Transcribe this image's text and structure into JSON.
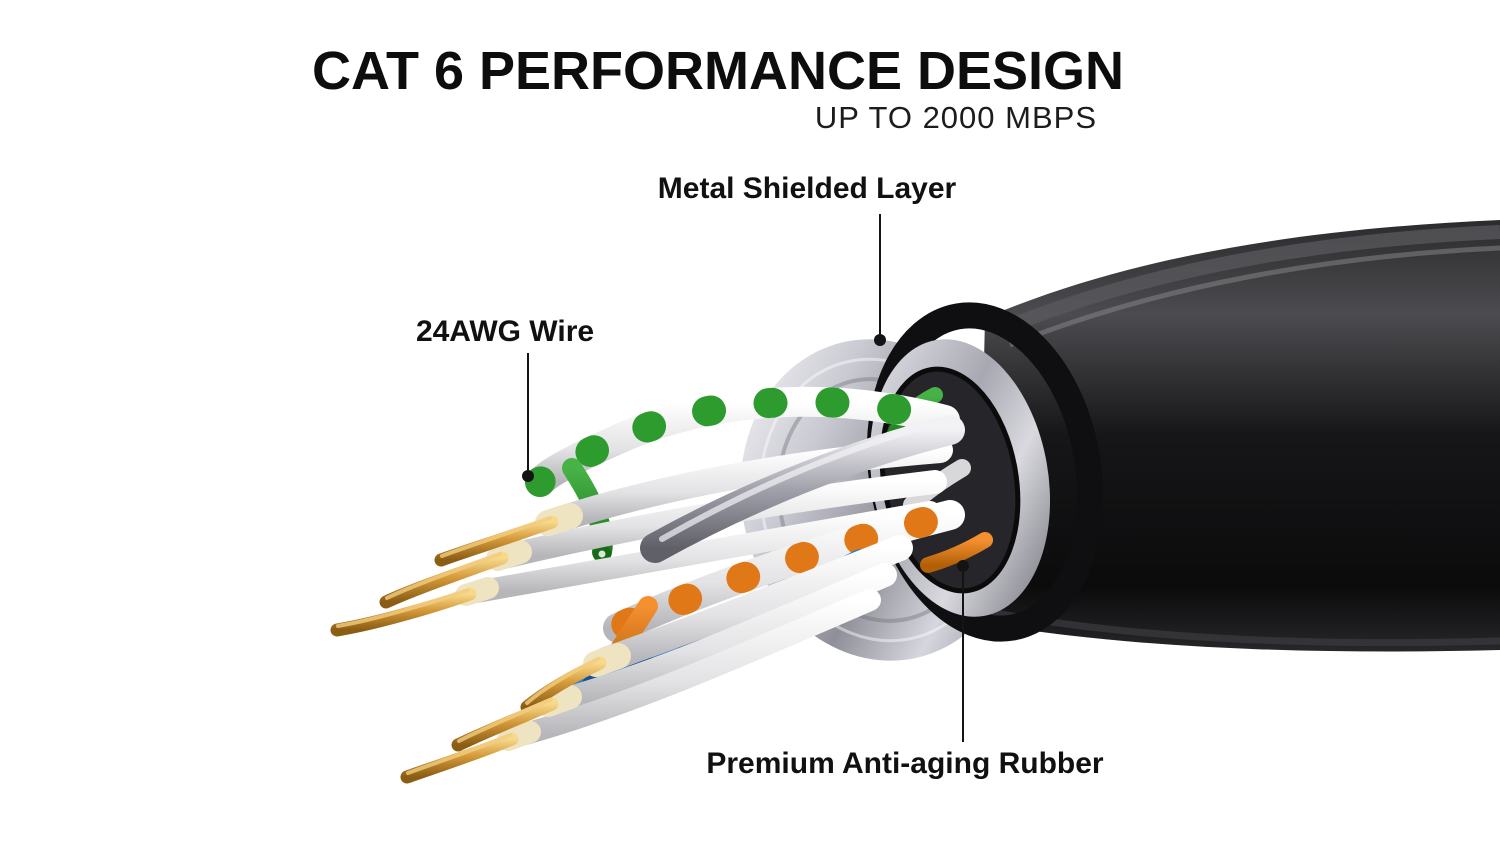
{
  "header": {
    "title": "CAT 6 PERFORMANCE DESIGN",
    "subtitle": "UP TO 2000 MBPS"
  },
  "callouts": {
    "shield": {
      "label": "Metal Shielded Layer"
    },
    "wire": {
      "label": "24AWG Wire"
    },
    "rubber": {
      "label": "Premium Anti-aging Rubber"
    }
  },
  "illustration": {
    "subject": "CAT 6 ethernet cable cutaway",
    "visible_parts": [
      "black rubber jacket",
      "metal foil shielded layer",
      "silver drain wire",
      "green-white twisted pair",
      "orange-white twisted pair",
      "blue wire",
      "white insulated wires",
      "bare copper conductors",
      "cream insulation ends"
    ],
    "colors": {
      "jacket": "#141416",
      "foil": "#c9c9d2",
      "green": "#2e9b2e",
      "green_dark": "#176b17",
      "orange": "#e07818",
      "orange_dark": "#b35a06",
      "blue": "#2f7ccb",
      "blue_dark": "#17518f",
      "copper": "#d49a3a",
      "white_wire": "#f2f2f2",
      "insulation_end": "#efe4c2",
      "text": "#111111"
    }
  }
}
